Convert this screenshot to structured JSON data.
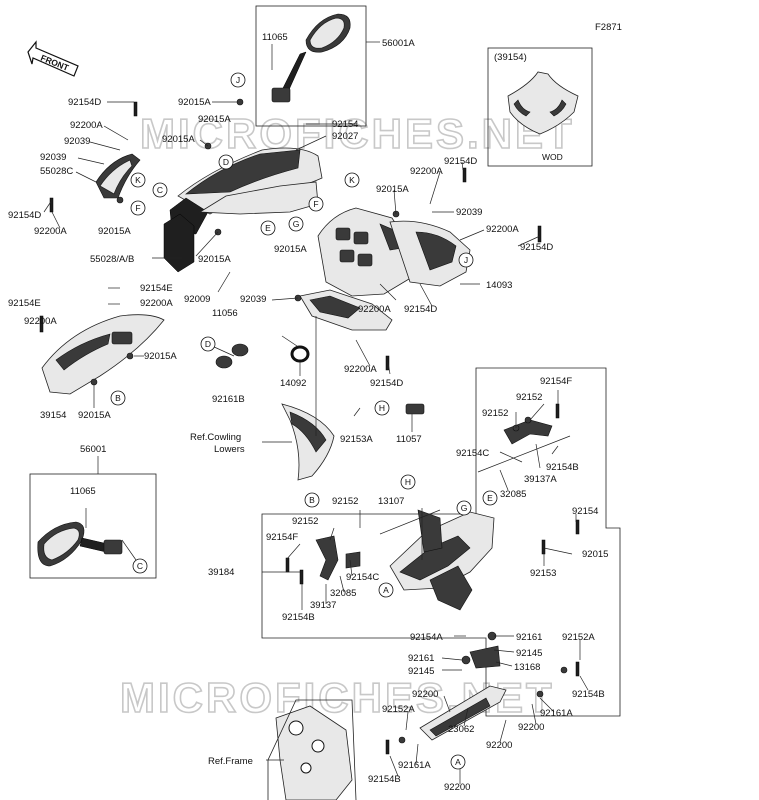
{
  "diagram_code": "F2871",
  "front_label": "FRONT",
  "watermark": "MICROFICHES.NET",
  "box_labels": {
    "windshield_note": "(39154)",
    "windshield_cap": "WOD",
    "cowling": "Ref.Cowling\nLowers",
    "frame": "Ref.Frame"
  },
  "part_labels": {
    "p11065a": "11065",
    "p56001a": "56001A",
    "p92154d_a": "92154D",
    "p92200a_a": "92200A",
    "p92039_a": "92039",
    "p92039_b": "92039",
    "p55028c": "55028C",
    "p92154d_b": "92154D",
    "p92200a_b": "92200A",
    "p92015a_a": "92015A",
    "p92015a_b": "92015A",
    "p92015a_c": "92015A",
    "p92015a_d": "92015A",
    "p92154_a": "92154",
    "p92027": "92027",
    "p92015a_e": "92015A",
    "p92154d_c": "92154D",
    "p92200a_c": "92200A",
    "p92039_c": "92039",
    "p92200a_d": "92200A",
    "p92154d_d": "92154D",
    "p92015a_f": "92015A",
    "p55028ab": "55028/A/B",
    "p92015a_g": "92015A",
    "p92009": "92009",
    "p11056": "11056",
    "p92039_d": "92039",
    "p92200a_e": "92200A",
    "p92154d_e": "92154D",
    "p14093": "14093",
    "p92154e_a": "92154E",
    "p92200a_f": "92200A",
    "p92154e_b": "92154E",
    "p92200a_g": "92200A",
    "p92015a_h": "92015A",
    "p39154": "39154",
    "p92015a_i": "92015A",
    "p14092": "14092",
    "p92161b": "92161B",
    "p92200a_h": "92200A",
    "p92154d_f": "92154D",
    "p92153a": "92153A",
    "p11057": "11057",
    "p56001": "56001",
    "p11065b": "11065",
    "p92154f_a": "92154F",
    "p92152_a": "92152",
    "p92152_b": "92152",
    "p92154c_a": "92154C",
    "p92154b_a": "92154B",
    "p39137a": "39137A",
    "p32085_a": "32085",
    "p92154_b": "92154",
    "p92015": "92015",
    "p92153": "92153",
    "p13107": "13107",
    "p92152_c": "92152",
    "p92152_d": "92152",
    "p92154f_b": "92154F",
    "p39184": "39184",
    "p92154c_b": "92154C",
    "p32085_b": "32085",
    "p39137": "39137",
    "p92154b_b": "92154B",
    "p92154a": "92154A",
    "p92161_a": "92161",
    "p92145_a": "92145",
    "p92161_b": "92161",
    "p92145_b": "92145",
    "p13168": "13168",
    "p92152a_a": "92152A",
    "p92154b_c": "92154B",
    "p92200_a": "92200",
    "p92161a_a": "92161A",
    "p92200_b": "92200",
    "p92152a_b": "92152A",
    "p23062": "23062",
    "p92200_c": "92200",
    "p92161a_b": "92161A",
    "p92154b_d": "92154B",
    "p92200_d": "92200"
  },
  "ref_letters": {
    "j1": "J",
    "d1": "D",
    "k1": "K",
    "c1": "C",
    "f1": "F",
    "e1": "E",
    "g1": "G",
    "k2": "K",
    "f2": "F",
    "j2": "J",
    "d2": "D",
    "b1": "B",
    "c2": "C",
    "h1": "H",
    "h2": "H",
    "e2": "E",
    "g2": "G",
    "b2": "B",
    "a1": "A",
    "a2": "A"
  }
}
